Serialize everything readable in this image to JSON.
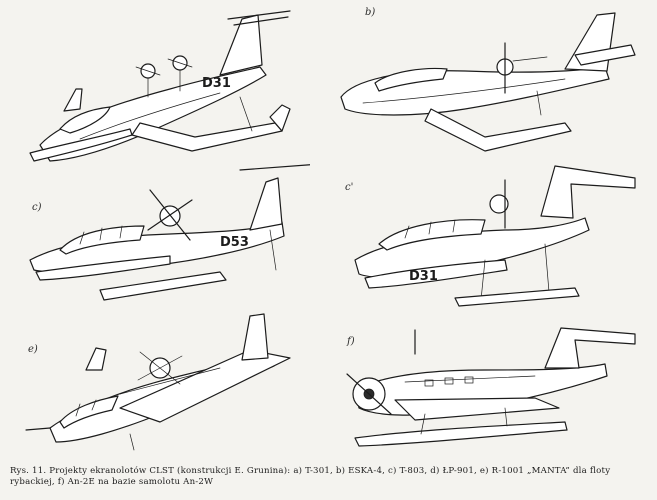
{
  "panels": [
    {
      "letter": "",
      "serial": "D31"
    },
    {
      "letter": "b)",
      "serial": ""
    },
    {
      "letter": "c)",
      "serial": "D53"
    },
    {
      "letter": "c'",
      "serial": "D31"
    },
    {
      "letter": "e)",
      "serial": ""
    },
    {
      "letter": "f)",
      "serial": ""
    }
  ],
  "caption": {
    "line1": "Rys. 11. Projekty ekranolotów CLST (konstrukcji E. Grunina): a) T-301, b) ESKA-4, c) T-803, d) ŁP-901, e) R-1001 „MANTA” dla floty",
    "line2": "rybackiej, f) An-2E na bazie samolotu An-2W"
  }
}
